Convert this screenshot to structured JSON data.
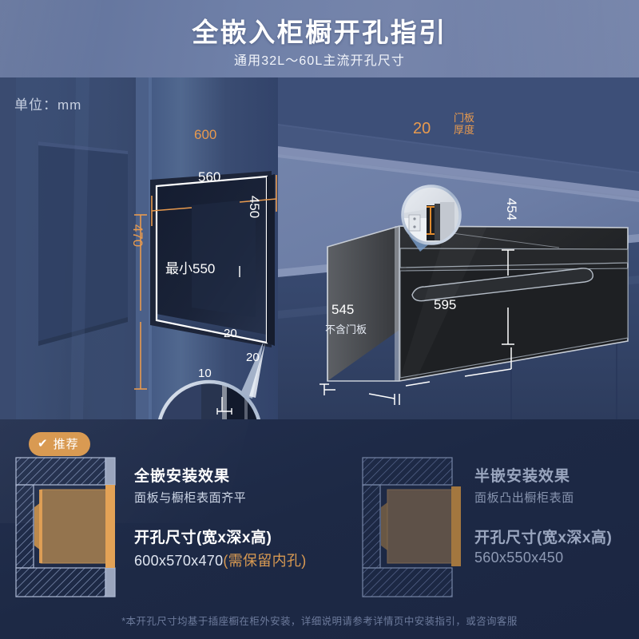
{
  "header": {
    "title": "全嵌入柜橱开孔指引",
    "subtitle": "通用32L～60L主流开孔尺寸"
  },
  "scene": {
    "unit_label": "单位：mm",
    "cabinet_opening": {
      "width_outer": "600",
      "width_inner": "560",
      "height_inner": "450",
      "height_outer": "470",
      "depth_min": "最小550"
    },
    "magnifier_recess": {
      "top_gap": "20",
      "side_gap": "20",
      "lip": "10"
    },
    "oven": {
      "height": "454",
      "width": "595",
      "depth": "545",
      "depth_note": "不含门板",
      "door_thickness_value": "20",
      "door_thickness_label": "门板厚度"
    }
  },
  "bottom": {
    "cards": [
      {
        "badge": "推荐",
        "badge_icon": "check-icon",
        "title": "全嵌安装效果",
        "subtitle": "面板与橱柜表面齐平",
        "spec_label": "开孔尺寸(宽x深x高)",
        "spec_value": "600x570x470",
        "spec_note": "(需保留内孔)"
      },
      {
        "title": "半嵌安装效果",
        "subtitle": "面板凸出橱柜表面",
        "spec_label": "开孔尺寸(宽x深x高)",
        "spec_value": "560x550x450",
        "spec_note": ""
      }
    ]
  },
  "footnote": "*本开孔尺寸均基于插座橱在柜外安装，详细说明请参考详情页中安装指引，或咨询客服",
  "colors": {
    "accent_orange": "#d99a52",
    "dim_orange": "#e89a4e",
    "header_blue": "#6f80a8",
    "panel_navy": "#1d2945",
    "white": "#ffffff"
  }
}
